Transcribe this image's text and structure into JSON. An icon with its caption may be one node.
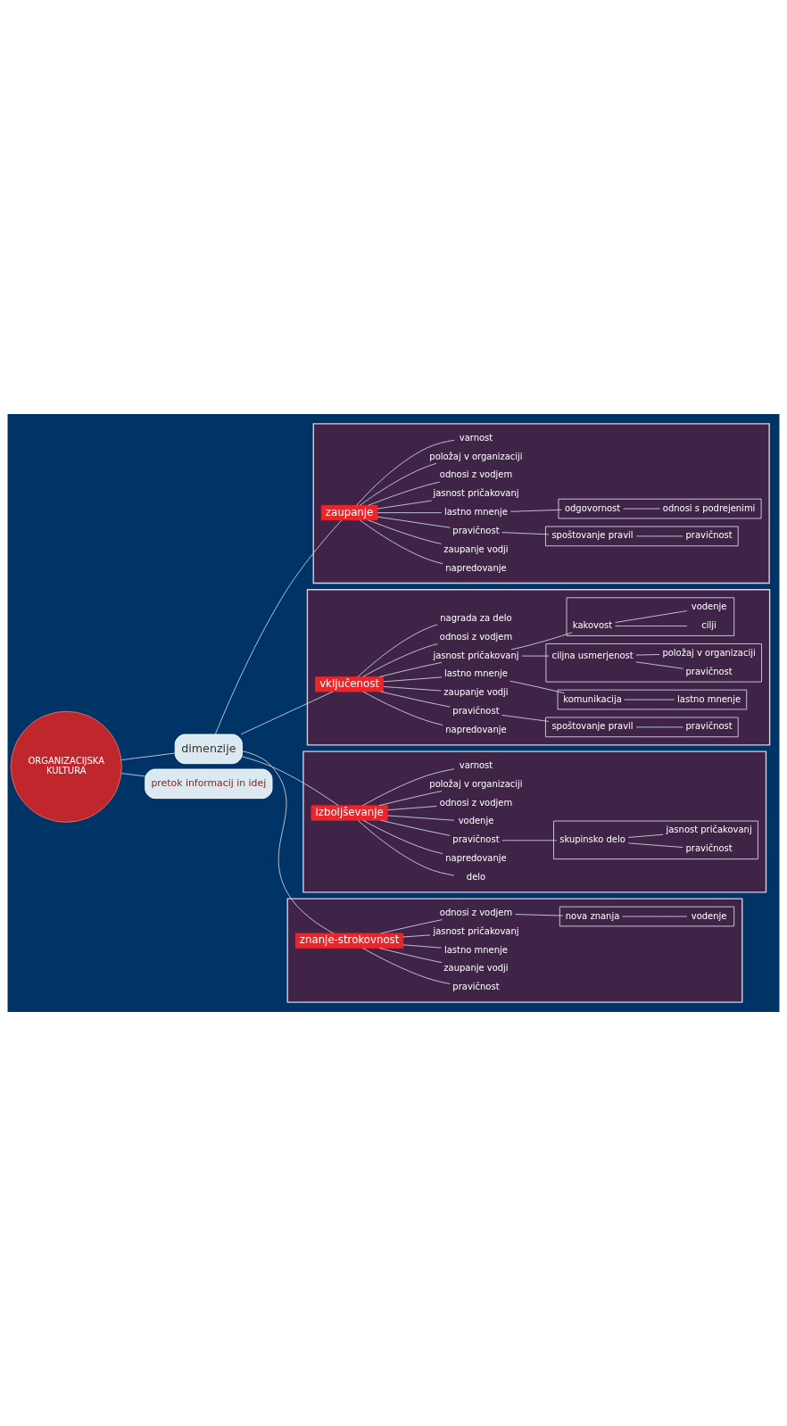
{
  "diagram": {
    "nodes": [
      {
        "text": [
          "ORGANIZACIJSKA KULTURA"
        ]
      },
      {
        "text": [
          "dimenzije"
        ]
      },
      {
        "text": [],
        "shape": "band"
      },
      {
        "text": [
          "zaupanje"
        ],
        "in": 2
      },
      {
        "text": [
          "napredovanje"
        ],
        "in": 2
      },
      {
        "text": [
          "zaupanje vodji"
        ],
        "in": 2
      },
      {
        "text": [
          "pravičnost"
        ],
        "in": 2
      },
      {
        "text": [],
        "shape": "band",
        "in": 2
      },
      {
        "text": [
          "spoštovanje pravil"
        ],
        "in": 7
      },
      {
        "text": [
          "pravičnost"
        ],
        "in": 7
      },
      {
        "text": [
          "lastno mnenje"
        ],
        "in": 2
      },
      {
        "text": [],
        "shape": "band",
        "in": 2
      },
      {
        "text": [
          "odgovornost"
        ],
        "in": 11
      },
      {
        "text": [
          "odnosi s podrejenimi"
        ],
        "in": 11
      },
      {
        "text": [
          "jasnost pričakovanj"
        ],
        "in": 2
      },
      {
        "text": [
          "odnosi z vodjem"
        ],
        "in": 2
      },
      {
        "text": [
          "položaj v organizaciji"
        ],
        "in": 2
      },
      {
        "text": [
          "varnost"
        ],
        "in": 2
      },
      {
        "text": [],
        "shape": "band"
      },
      {
        "text": [
          "vključenost"
        ],
        "in": 18
      },
      {
        "text": [
          "napredovanje"
        ],
        "in": 18
      },
      {
        "text": [
          "pravičnost"
        ],
        "in": 18
      },
      {
        "text": [],
        "shape": "band",
        "in": 18
      },
      {
        "text": [
          "spoštovanje pravil"
        ],
        "in": 22
      },
      {
        "text": [
          "pravičnost"
        ],
        "in": 22
      },
      {
        "text": [
          "zaupanje vodji"
        ],
        "in": 18
      },
      {
        "text": [
          "lastno mnenje"
        ],
        "in": 18
      },
      {
        "text": [],
        "shape": "band",
        "in": 18
      },
      {
        "text": [
          "komunikacija"
        ],
        "in": 27
      },
      {
        "text": [
          "lastno mnenje"
        ],
        "in": 27
      },
      {
        "text": [
          "jasnost pričakovanj"
        ],
        "in": 18
      },
      {
        "text": [],
        "shape": "band",
        "in": 18
      },
      {
        "text": [
          "ciljna usmerjenost"
        ],
        "in": 31
      },
      {
        "text": [
          "pravičnost"
        ],
        "in": 31
      },
      {
        "text": [
          "položaj v organizaciji"
        ],
        "in": 31
      },
      {
        "text": [],
        "shape": "band",
        "in": 18
      },
      {
        "text": [
          "kakovost"
        ],
        "in": 35
      },
      {
        "text": [
          "cilji"
        ],
        "in": 35
      },
      {
        "text": [
          "vodenje"
        ],
        "in": 35
      },
      {
        "text": [
          "odnosi z vodjem"
        ],
        "in": 18
      },
      {
        "text": [
          "nagrada za delo"
        ],
        "in": 18
      },
      {
        "text": [],
        "shape": "band"
      },
      {
        "text": [
          "izboljševanje"
        ],
        "in": 41
      },
      {
        "text": [
          "delo"
        ],
        "in": 41
      },
      {
        "text": [
          "napredovanje"
        ],
        "in": 41
      },
      {
        "text": [
          "pravičnost"
        ],
        "in": 41
      },
      {
        "text": [],
        "shape": "band",
        "in": 41
      },
      {
        "text": [
          "skupinsko delo"
        ],
        "in": 46
      },
      {
        "text": [
          "pravičnost"
        ],
        "in": 46
      },
      {
        "text": [
          "jasnost pričakovanj"
        ],
        "in": 46
      },
      {
        "text": [
          "vodenje"
        ],
        "in": 41
      },
      {
        "text": [
          "odnosi z vodjem"
        ],
        "in": 41
      },
      {
        "text": [
          "položaj v organizaciji"
        ],
        "in": 41
      },
      {
        "text": [
          "varnost"
        ],
        "in": 41
      },
      {
        "text": [],
        "shape": "band"
      },
      {
        "text": [
          "znanje-strokovnost"
        ],
        "in": 54
      },
      {
        "text": [
          "pravičnost"
        ],
        "in": 54
      },
      {
        "text": [
          "zaupanje vodji"
        ],
        "in": 54
      },
      {
        "text": [
          "lastno mnenje"
        ],
        "in": 54
      },
      {
        "text": [
          "jasnost pričakovanj"
        ],
        "in": 54
      },
      {
        "text": [
          "odnosi z vodjem"
        ],
        "in": 54
      },
      {
        "text": [],
        "shape": "band",
        "in": 54
      },
      {
        "text": [
          "nova znanja"
        ],
        "in": 61
      },
      {
        "text": [
          "vodenje"
        ],
        "in": 61
      },
      {
        "text": [
          "pretok informacij in idej"
        ]
      }
    ],
    "edges": [
      {
        "from": 0,
        "to": 1,
        "arrow": "none"
      },
      {
        "from": 1,
        "to": 3,
        "arrow": "none"
      },
      {
        "from": 1,
        "to": 19,
        "arrow": "none"
      },
      {
        "from": 1,
        "to": 42,
        "arrow": "none"
      },
      {
        "from": 1,
        "to": 55,
        "arrow": "none"
      },
      {
        "from": 3,
        "to": 4,
        "arrow": "none"
      },
      {
        "from": 3,
        "to": 5,
        "arrow": "none"
      },
      {
        "from": 3,
        "to": 6,
        "arrow": "none"
      },
      {
        "from": 6,
        "to": 8,
        "arrow": "none"
      },
      {
        "from": 8,
        "to": 9,
        "arrow": "none"
      },
      {
        "from": 3,
        "to": 10,
        "arrow": "none"
      },
      {
        "from": 10,
        "to": 12,
        "arrow": "none"
      },
      {
        "from": 12,
        "to": 13,
        "arrow": "none"
      },
      {
        "from": 3,
        "to": 14,
        "arrow": "none"
      },
      {
        "from": 3,
        "to": 15,
        "arrow": "none"
      },
      {
        "from": 3,
        "to": 16,
        "arrow": "none"
      },
      {
        "from": 3,
        "to": 17,
        "arrow": "none"
      },
      {
        "from": 19,
        "to": 20,
        "arrow": "none"
      },
      {
        "from": 19,
        "to": 21,
        "arrow": "none"
      },
      {
        "from": 21,
        "to": 23,
        "arrow": "none"
      },
      {
        "from": 23,
        "to": 24,
        "arrow": "none"
      },
      {
        "from": 19,
        "to": 25,
        "arrow": "none"
      },
      {
        "from": 19,
        "to": 26,
        "arrow": "none"
      },
      {
        "from": 26,
        "to": 28,
        "arrow": "none"
      },
      {
        "from": 28,
        "to": 29,
        "arrow": "none"
      },
      {
        "from": 19,
        "to": 30,
        "arrow": "none"
      },
      {
        "from": 30,
        "to": 32,
        "arrow": "none"
      },
      {
        "from": 32,
        "to": 33,
        "arrow": "none"
      },
      {
        "from": 32,
        "to": 34,
        "arrow": "none"
      },
      {
        "from": 30,
        "to": 36,
        "arrow": "none"
      },
      {
        "from": 36,
        "to": 37,
        "arrow": "none"
      },
      {
        "from": 36,
        "to": 38,
        "arrow": "none"
      },
      {
        "from": 19,
        "to": 39,
        "arrow": "none"
      },
      {
        "from": 19,
        "to": 40,
        "arrow": "none"
      },
      {
        "from": 42,
        "to": 43,
        "arrow": "none"
      },
      {
        "from": 42,
        "to": 44,
        "arrow": "none"
      },
      {
        "from": 42,
        "to": 45,
        "arrow": "none"
      },
      {
        "from": 45,
        "to": 47,
        "arrow": "none"
      },
      {
        "from": 47,
        "to": 48,
        "arrow": "none"
      },
      {
        "from": 47,
        "to": 49,
        "arrow": "none"
      },
      {
        "from": 42,
        "to": 50,
        "arrow": "none"
      },
      {
        "from": 42,
        "to": 51,
        "arrow": "none"
      },
      {
        "from": 42,
        "to": 52,
        "arrow": "none"
      },
      {
        "from": 42,
        "to": 53,
        "arrow": "none"
      },
      {
        "from": 55,
        "to": 56,
        "arrow": "none"
      },
      {
        "from": 55,
        "to": 57,
        "arrow": "none"
      },
      {
        "from": 55,
        "to": 58,
        "arrow": "none"
      },
      {
        "from": 55,
        "to": 59,
        "arrow": "none"
      },
      {
        "from": 55,
        "to": 60,
        "arrow": "none"
      },
      {
        "from": 60,
        "to": 62,
        "arrow": "none"
      },
      {
        "from": 62,
        "to": 63,
        "arrow": "none"
      },
      {
        "from": 0,
        "to": 64,
        "arrow": "none"
      }
    ]
  }
}
